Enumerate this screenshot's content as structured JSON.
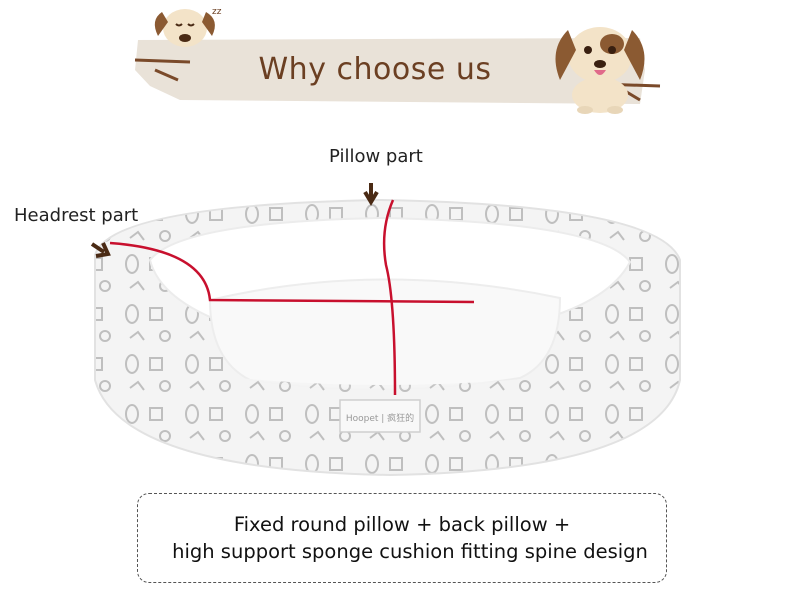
{
  "banner": {
    "title": "Why choose us",
    "colors": {
      "board": "#e9e2d8",
      "title_text": "#6b3f22",
      "dog_brown": "#8b5a32"
    }
  },
  "annotations": {
    "pillow_label": "Pillow part",
    "headrest_label": "Headrest part",
    "marker_color": "#c8102e"
  },
  "product": {
    "brand_tag": "Hoopet | 疯狂的"
  },
  "description": {
    "line1": "Fixed round pillow + back pillow +",
    "line2": "high support sponge cushion fitting spine design"
  }
}
